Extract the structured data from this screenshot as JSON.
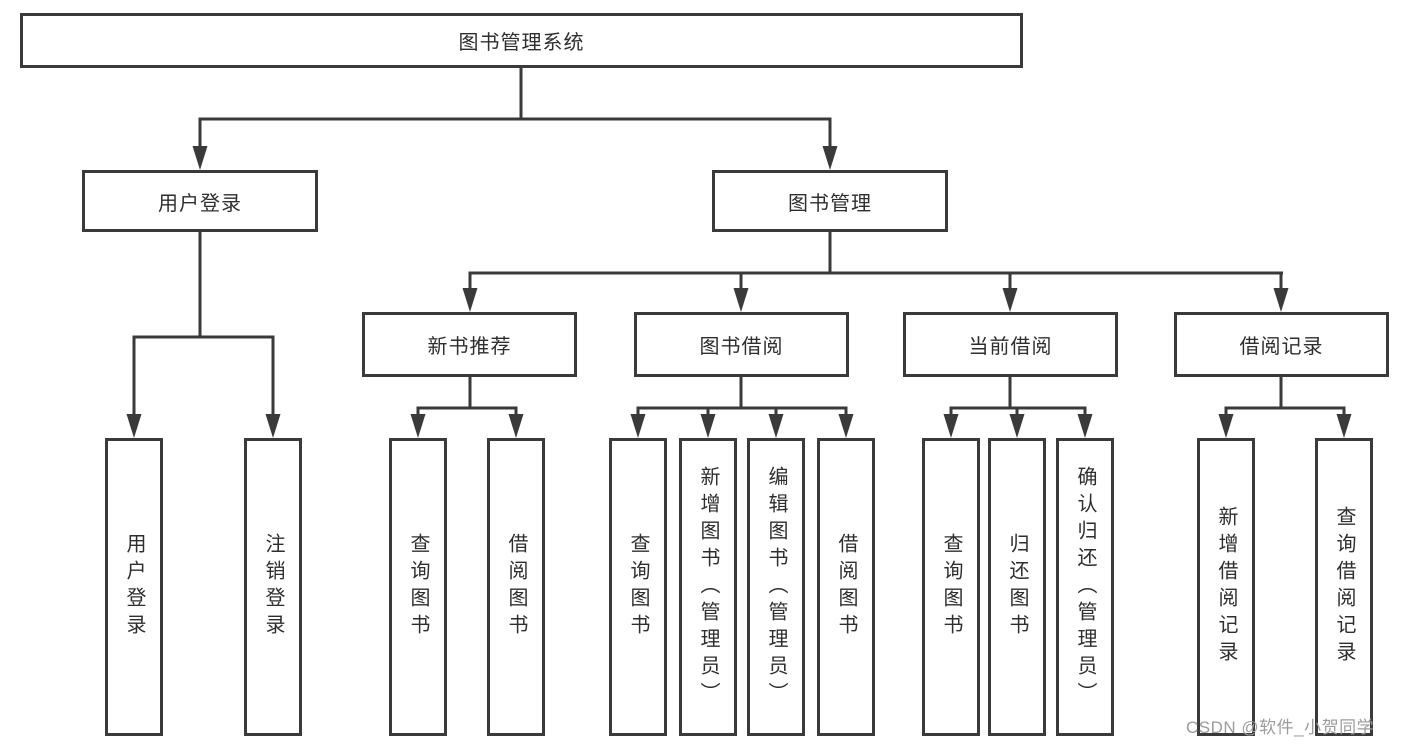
{
  "diagram": {
    "type": "functional-decomposition-flowchart",
    "watermark": "CSDN @软件_小贺同学",
    "colors": {
      "line": "#3a3a3a",
      "box_border": "#3a3a3a",
      "text": "#2e2e2e",
      "watermark": "#9c9c9c",
      "background": "#ffffff"
    }
  },
  "tree": {
    "root": {
      "label": "图书管理系统"
    },
    "level1": [
      {
        "label": "用户登录",
        "children": [
          {
            "label": "用户登录"
          },
          {
            "label": "注销登录"
          }
        ]
      },
      {
        "label": "图书管理",
        "children": [
          {
            "label": "新书推荐",
            "children": [
              {
                "label": "查询图书"
              },
              {
                "label": "借阅图书"
              }
            ]
          },
          {
            "label": "图书借阅",
            "children": [
              {
                "label": "查询图书"
              },
              {
                "label": "新增图书（管理员）"
              },
              {
                "label": "编辑图书（管理员）"
              },
              {
                "label": "借阅图书"
              }
            ]
          },
          {
            "label": "当前借阅",
            "children": [
              {
                "label": "查询图书"
              },
              {
                "label": "归还图书"
              },
              {
                "label": "确认归还（管理员）"
              }
            ]
          },
          {
            "label": "借阅记录",
            "children": [
              {
                "label": "新增借阅记录"
              },
              {
                "label": "查询借阅记录"
              }
            ]
          }
        ]
      }
    ]
  }
}
